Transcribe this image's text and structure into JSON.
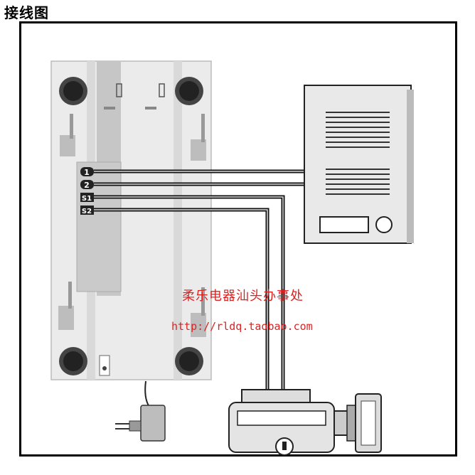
{
  "page": {
    "title": "接线图"
  },
  "terminals": [
    "1",
    "2",
    "S1",
    "S2"
  ],
  "watermark": {
    "shop_name": "柔乐电器汕头办事处",
    "url": "http://rldq.taobao.com"
  },
  "colors": {
    "frame": "#000000",
    "panel": "#ececec",
    "watermark": "#dd2222"
  }
}
